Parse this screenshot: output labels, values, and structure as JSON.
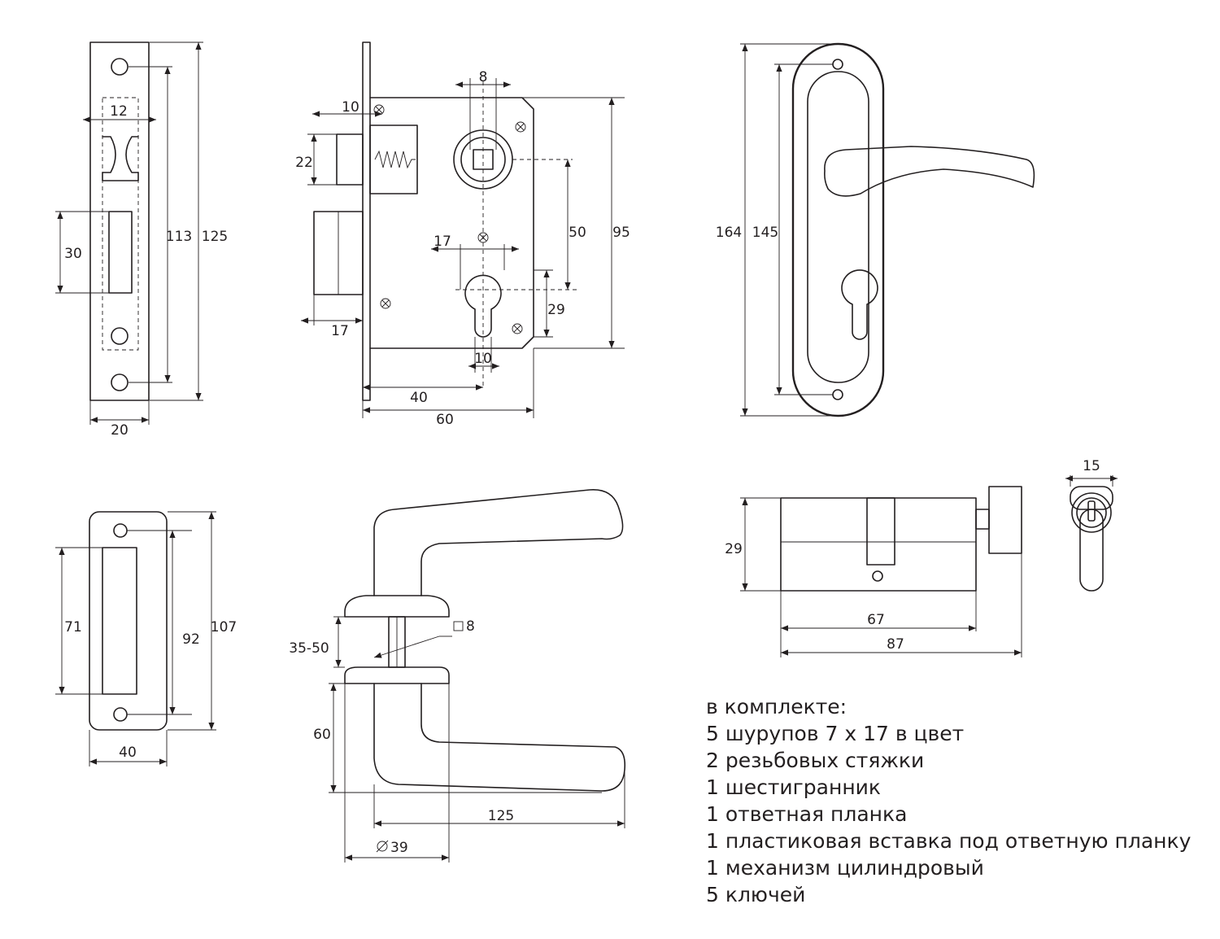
{
  "colors": {
    "line": "#231f20",
    "background": "#ffffff"
  },
  "faceplate": {
    "width": "20",
    "height_holes": "113",
    "height_total": "125",
    "latch_width": "12",
    "bolt_height": "30"
  },
  "lock_body": {
    "spindle_square": "8",
    "backset_plate": "10",
    "latch_height": "22",
    "spindle_to_cylinder": "50",
    "body_height": "95",
    "cylinder_offset": "17",
    "cylinder_to_bottom": "29",
    "cylinder_width": "10",
    "bolt_projection": "17",
    "backset": "40",
    "body_depth": "60"
  },
  "escutcheon": {
    "height_total": "164",
    "height_holes": "145"
  },
  "strike_plate": {
    "slot_height": "71",
    "hole_spacing": "92",
    "height": "107",
    "width": "40"
  },
  "handle": {
    "door_thickness": "35-50",
    "square_spindle": "8",
    "rose_height": "60",
    "handle_length": "125",
    "rose_diameter": "39"
  },
  "cylinder": {
    "height": "29",
    "length_half": "67",
    "length_total": "87",
    "cam_width": "15"
  },
  "kit": {
    "title": "в комплекте:",
    "items": [
      "5 шурупов 7 х 17 в цвет",
      "2 резьбовых стяжки",
      "1 шестигранник",
      "1 ответная планка",
      "1 пластиковая вставка под ответную планку",
      "1 механизм цилиндровый",
      "5 ключей"
    ]
  }
}
